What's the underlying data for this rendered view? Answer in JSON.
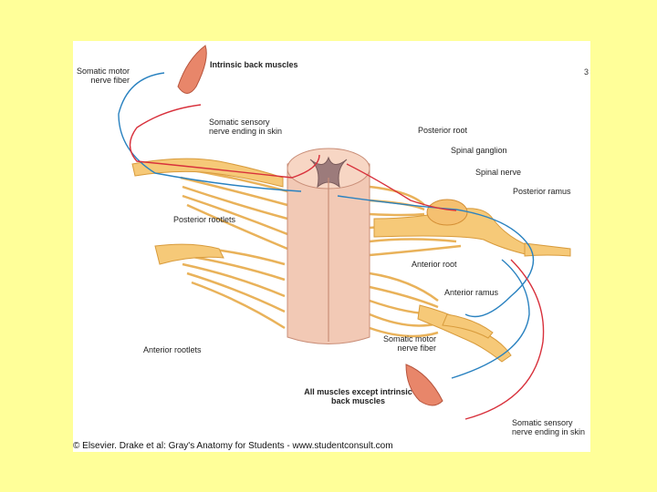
{
  "labels": {
    "somatic_motor_top": "Somatic motor\nnerve fiber",
    "intrinsic_back": "Intrinsic back muscles",
    "somatic_sensory_top": "Somatic sensory\nnerve ending in skin",
    "posterior_root": "Posterior root",
    "spinal_ganglion": "Spinal ganglion",
    "spinal_nerve": "Spinal nerve",
    "posterior_ramus": "Posterior ramus",
    "posterior_rootlets": "Posterior rootlets",
    "anterior_root": "Anterior root",
    "anterior_ramus": "Anterior ramus",
    "anterior_rootlets": "Anterior rootlets",
    "somatic_motor_bottom": "Somatic motor\nnerve fiber",
    "all_muscles": "All muscles except intrinsic\nback muscles",
    "somatic_sensory_bottom": "Somatic sensory\nnerve ending in skin"
  },
  "caption": "© Elsevier. Drake et al: Gray's Anatomy for Students - www.studentconsult.com",
  "stray_mark": "3",
  "colors": {
    "page_bg": "#ffff99",
    "nerve": "#f6c978",
    "cord": "#f2c9b5",
    "motor": "#2a82c0",
    "sensory": "#d8313c",
    "muscle": "#e8866a"
  }
}
